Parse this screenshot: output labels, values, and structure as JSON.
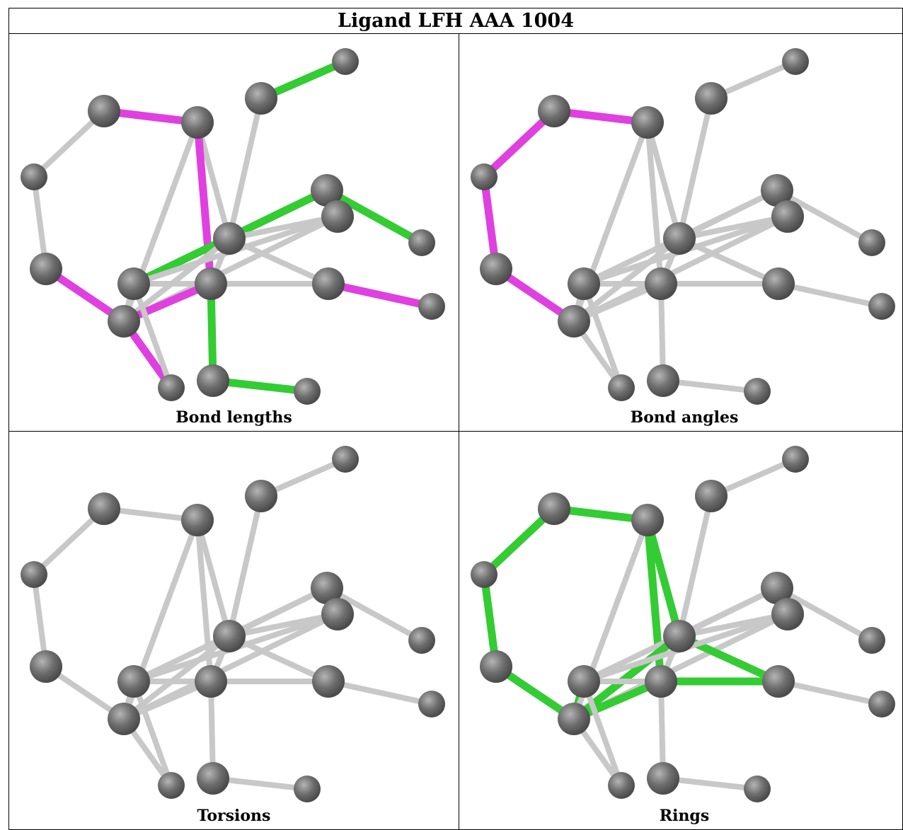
{
  "title": "Ligand LFH AAA 1004",
  "panels": [
    {
      "caption": "Bond lengths"
    },
    {
      "caption": "Bond angles"
    },
    {
      "caption": "Torsions"
    },
    {
      "caption": "Rings"
    }
  ],
  "colors": {
    "atom": "#6e6e6e",
    "bond_default": "#c8c8c8",
    "highlight_magenta": "#e040e0",
    "highlight_green": "#33cc33"
  }
}
